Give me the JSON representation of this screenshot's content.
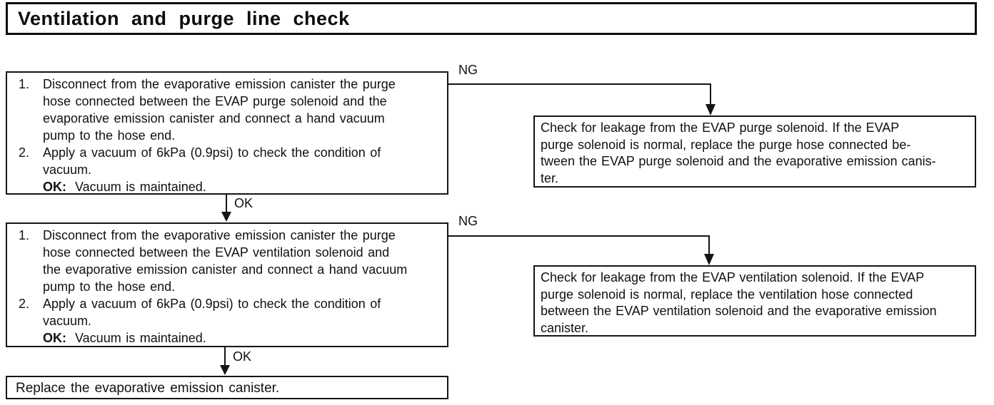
{
  "colors": {
    "ink": "#111111",
    "paper": "#ffffff"
  },
  "title": "Ventilation and purge line check",
  "steps": {
    "step1": {
      "item1_marker": "1.",
      "item1_text": "Disconnect from the evaporative emission canister the purge\nhose connected between the EVAP purge solenoid and the\nevaporative emission canister and connect a hand vacuum\npump to the hose end.",
      "item2_marker": "2.",
      "item2_text": "Apply a vacuum of 6kPa (0.9psi) to check the condition of\nvacuum.",
      "ok_label": "OK:",
      "ok_text": "Vacuum is maintained."
    },
    "step2": {
      "item1_marker": "1.",
      "item1_text": "Disconnect from the evaporative emission canister the purge\nhose connected between the EVAP ventilation solenoid and\nthe evaporative emission canister and connect a hand vacuum\npump to the hose end.",
      "item2_marker": "2.",
      "item2_text": "Apply a vacuum of 6kPa (0.9psi) to check the condition of\nvacuum.",
      "ok_label": "OK:",
      "ok_text": "Vacuum is maintained."
    }
  },
  "results": {
    "ng1": "Check for leakage from the EVAP purge solenoid. If the EVAP\npurge solenoid is normal, replace the purge hose connected be-\ntween the EVAP purge solenoid and the evaporative emission canis-\nter.",
    "ng2": "Check for leakage from the EVAP ventilation solenoid. If the EVAP\npurge solenoid is normal, replace the ventilation hose connected\nbetween the EVAP ventilation solenoid and the evaporative emission\ncanister.",
    "final": "Replace the evaporative emission canister."
  },
  "connectors": {
    "ng1_label": "NG",
    "ng2_label": "NG",
    "ok1_label": "OK",
    "ok2_label": "OK"
  }
}
